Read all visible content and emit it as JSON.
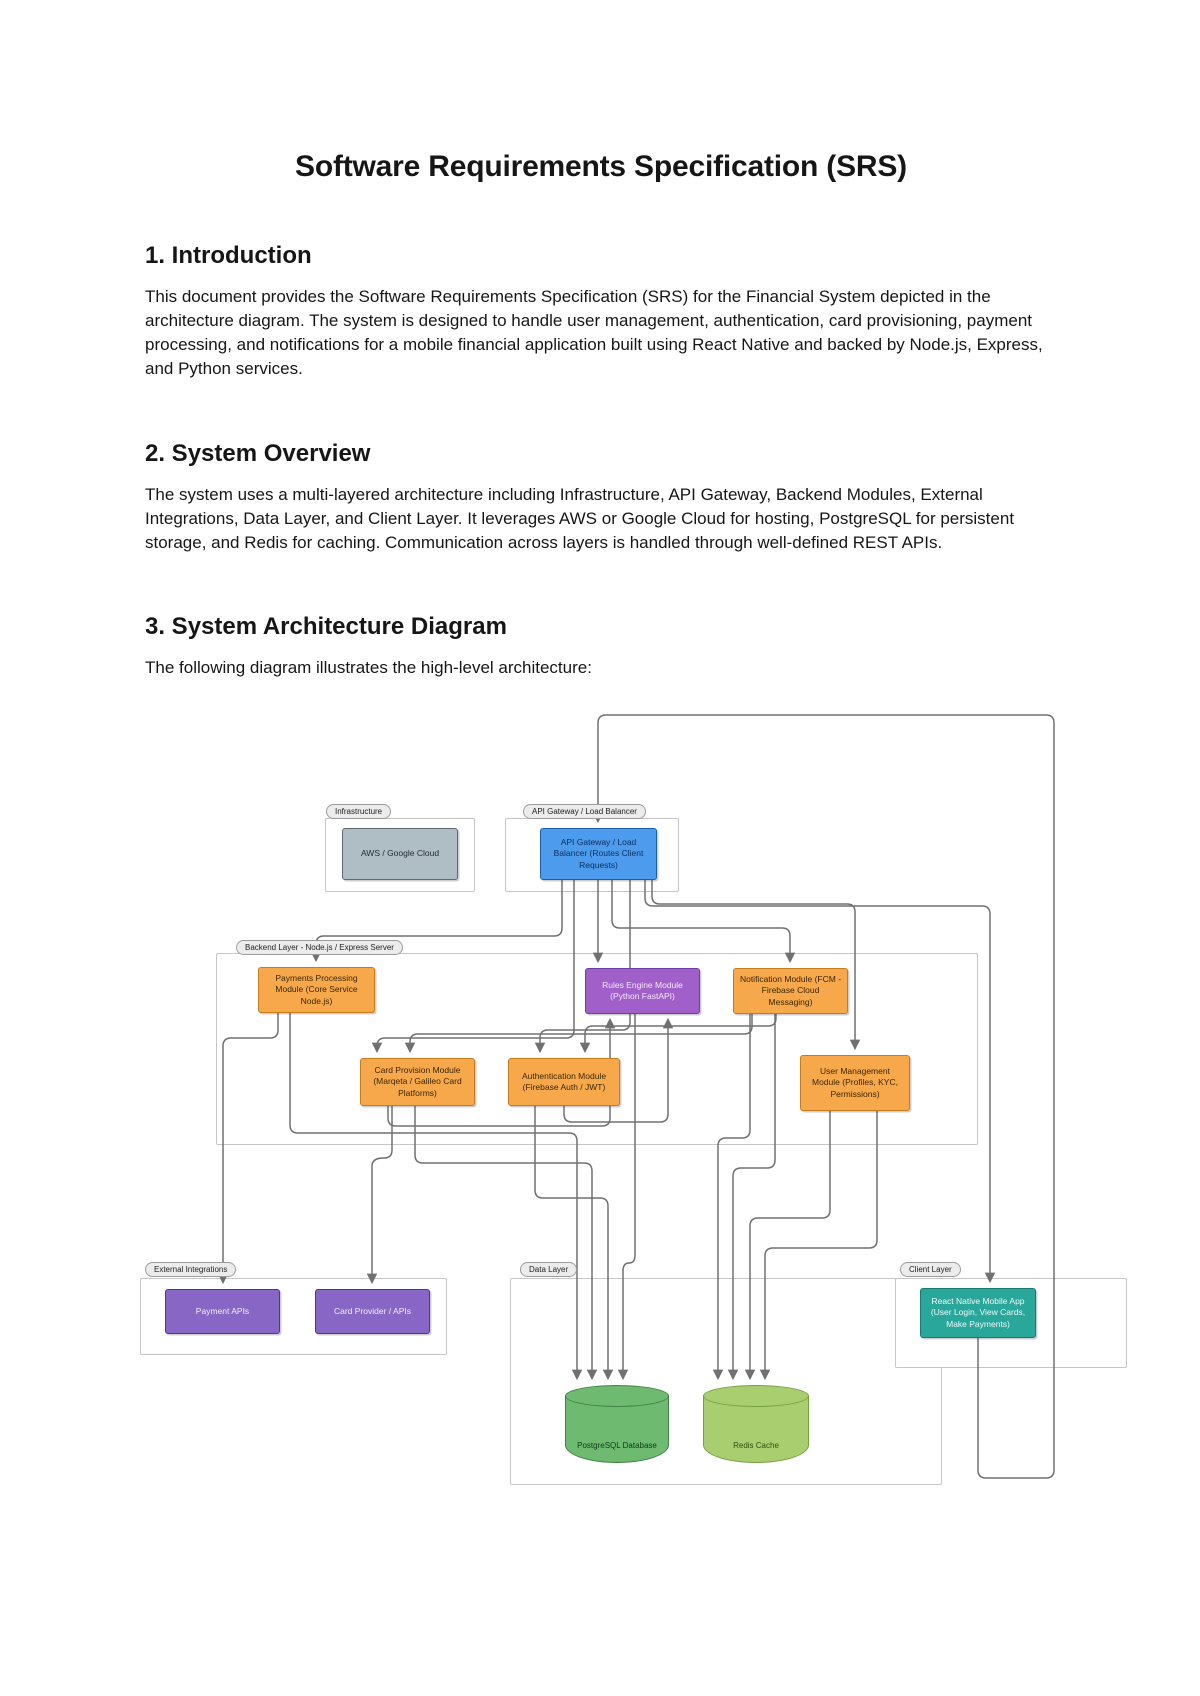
{
  "document": {
    "title": "Software Requirements Specification (SRS)",
    "sections": {
      "intro": {
        "heading": "1. Introduction",
        "body": "This document provides the Software Requirements Specification (SRS) for the Financial System depicted in the architecture diagram. The system is designed to handle user management, authentication, card provisioning, payment processing, and notifications for a mobile financial application built using React Native and backed by Node.js, Express, and Python services."
      },
      "overview": {
        "heading": "2. System Overview",
        "body": "The system uses a multi-layered architecture including Infrastructure, API Gateway, Backend Modules, External Integrations, Data Layer, and Client Layer. It leverages AWS or Google Cloud for hosting, PostgreSQL for persistent storage, and Redis for caching. Communication across layers is handled through well-defined REST APIs."
      },
      "architecture": {
        "heading": "3. System Architecture Diagram",
        "body": "The following diagram illustrates the high-level architecture:"
      }
    }
  },
  "diagram": {
    "groups": {
      "infrastructure": "Infrastructure",
      "api_gateway": "API Gateway / Load Balancer",
      "backend": "Backend Layer - Node.js / Express Server",
      "external": "External Integrations",
      "data": "Data Layer",
      "client": "Client Layer"
    },
    "nodes": {
      "cloud": "AWS / Google Cloud",
      "gateway": "API Gateway / Load Balancer (Routes Client Requests)",
      "payments": "Payments Processing Module (Core Service Node.js)",
      "rules": "Rules Engine Module (Python FastAPI)",
      "notification": "Notification Module (FCM - Firebase Cloud Messaging)",
      "card_provision": "Card Provision Module (Marqeta / Galileo Card Platforms)",
      "auth": "Authentication Module (Firebase Auth / JWT)",
      "user_mgmt": "User Management Module (Profiles, KYC, Permissions)",
      "payment_apis": "Payment APIs",
      "card_network": "Card Provider / APIs",
      "postgres": "PostgreSQL Database",
      "redis": "Redis Cache",
      "client_app": "React Native Mobile App (User Login, View Cards, Make Payments)"
    },
    "colors": {
      "orange_fill": "#F7A84B",
      "orange_border": "#C87B1B",
      "purple_fill": "#A05FC9",
      "purple_border": "#6E3FA3",
      "violet_fill": "#8766C6",
      "violet_border": "#55309A",
      "blue_fill": "#4D9BED",
      "blue_border": "#1B5FAE",
      "gray_fill": "#AFBEC5",
      "gray_border": "#5C6B72",
      "teal_fill": "#2AA79B",
      "teal_border": "#1B7A70",
      "postgres_fill": "#6DBA70",
      "postgres_border": "#3F8243",
      "redis_fill": "#A9CE70",
      "redis_border": "#74A03F",
      "connector": "#707070"
    }
  }
}
